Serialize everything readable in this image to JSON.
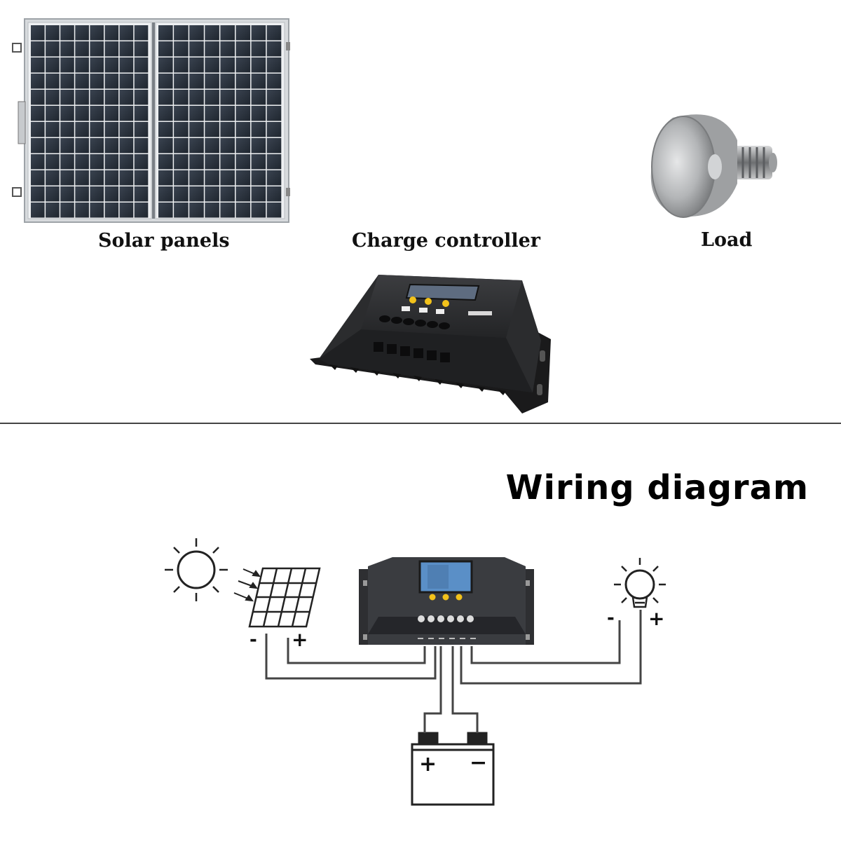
{
  "top": {
    "solar_label": "Solar panels",
    "controller_label": "Charge controller",
    "load_label": "Load"
  },
  "bottom": {
    "title": "Wiring diagram",
    "panel_minus": "-",
    "panel_plus": "+",
    "load_minus": "-",
    "load_plus": "+",
    "battery_plus": "+",
    "battery_minus": "−"
  },
  "colors": {
    "panel_cell": "#2c3440",
    "panel_frame": "#c9cdd2",
    "controller_body": "#2f3033",
    "lcd": "#5a8fc7",
    "button_yellow": "#f2c21b",
    "lamp_metal": "#a9abad",
    "wire": "#444444"
  }
}
